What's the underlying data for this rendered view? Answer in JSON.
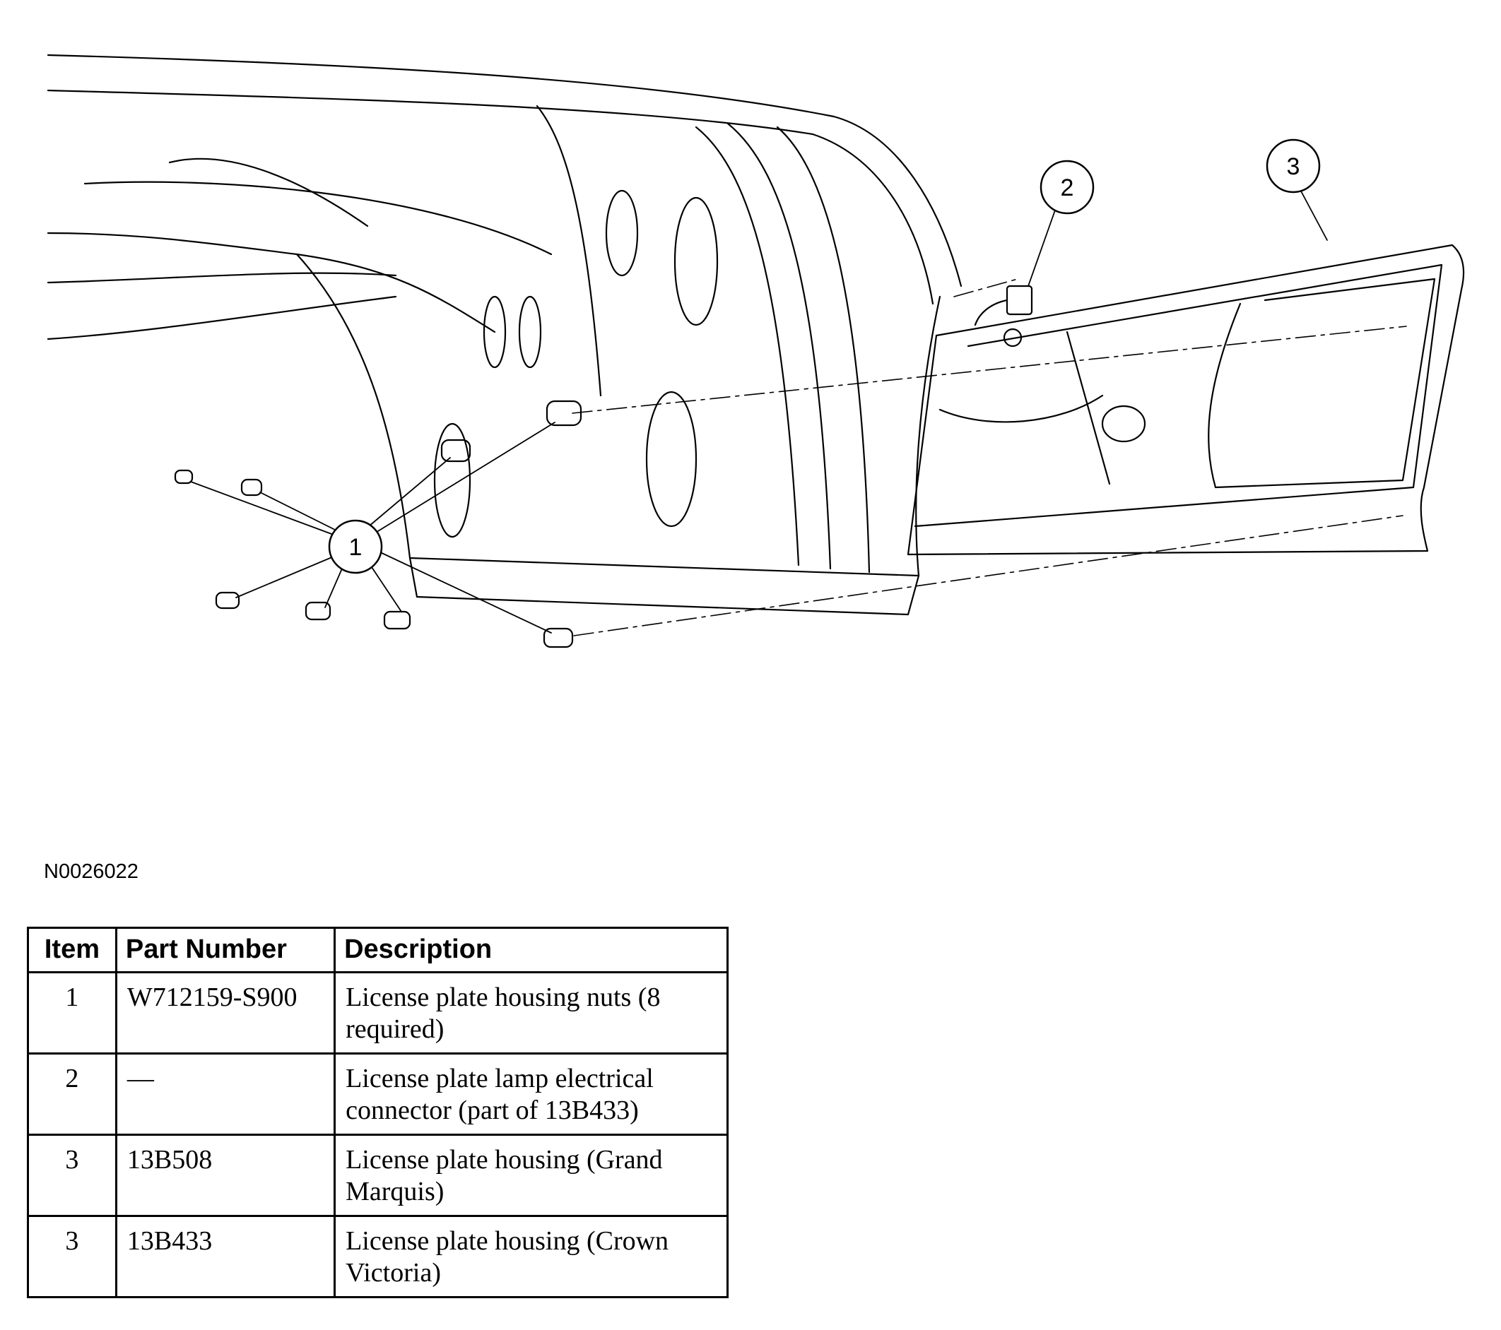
{
  "diagram": {
    "callouts": [
      "1",
      "2",
      "3"
    ],
    "reference_code": "N0026022"
  },
  "table": {
    "headers": {
      "item": "Item",
      "part_number": "Part Number",
      "description": "Description"
    },
    "rows": [
      {
        "item": "1",
        "part_number": "W712159-S900",
        "description": "License plate housing nuts (8 required)"
      },
      {
        "item": "2",
        "part_number": "—",
        "description": "License plate lamp electrical connector (part of 13B433)"
      },
      {
        "item": "3",
        "part_number": "13B508",
        "description": "License plate housing (Grand Marquis)"
      },
      {
        "item": "3",
        "part_number": "13B433",
        "description": "License plate housing (Crown Victoria)"
      }
    ]
  }
}
